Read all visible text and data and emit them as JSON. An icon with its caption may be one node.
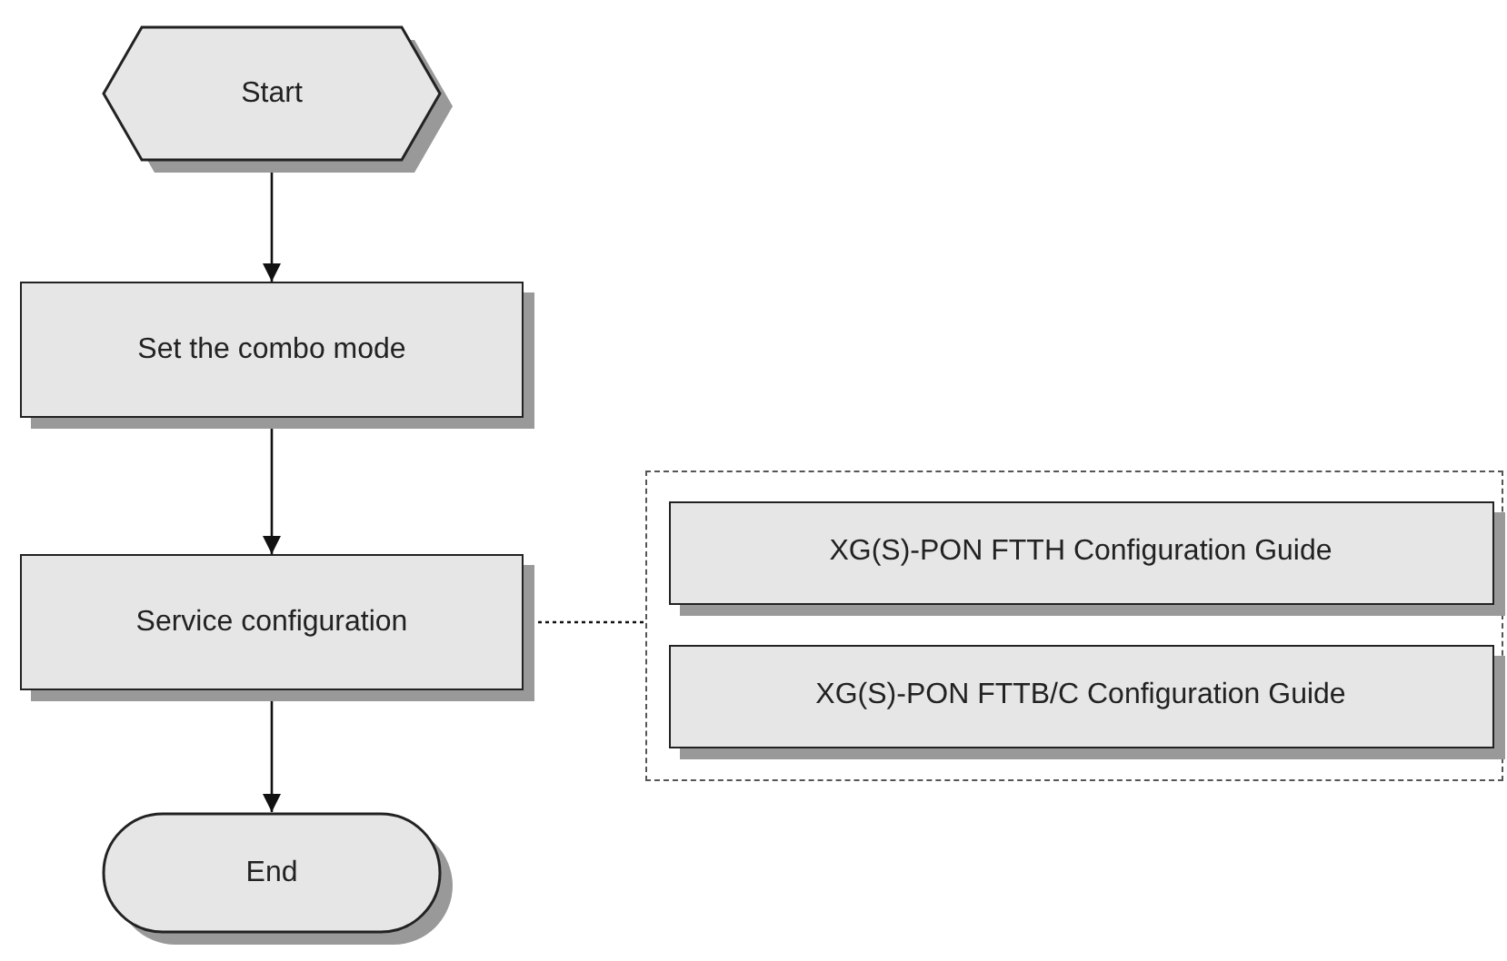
{
  "diagram": {
    "nodes": [
      {
        "text": [
          "Start"
        ]
      },
      {
        "text": [
          "Set the combo mode"
        ]
      },
      {
        "text": [
          "Service configuration"
        ]
      },
      {
        "text": [],
        "shape": "box"
      },
      {
        "text": [
          "XG(S)-PON FTTH Configuration Guide"
        ],
        "in": 3
      },
      {
        "text": [
          "XG(S)-PON FTTB/C Configuration Guide"
        ],
        "in": 3
      },
      {
        "text": [
          "End"
        ]
      }
    ],
    "edges": [
      {
        "from": 0,
        "to": 1,
        "arrow": "to"
      },
      {
        "from": 1,
        "to": 2,
        "arrow": "to"
      },
      {
        "from": 2,
        "to": 3,
        "arrow": "none",
        "style": "dashed"
      },
      {
        "from": 2,
        "to": 6,
        "arrow": "to"
      }
    ]
  }
}
